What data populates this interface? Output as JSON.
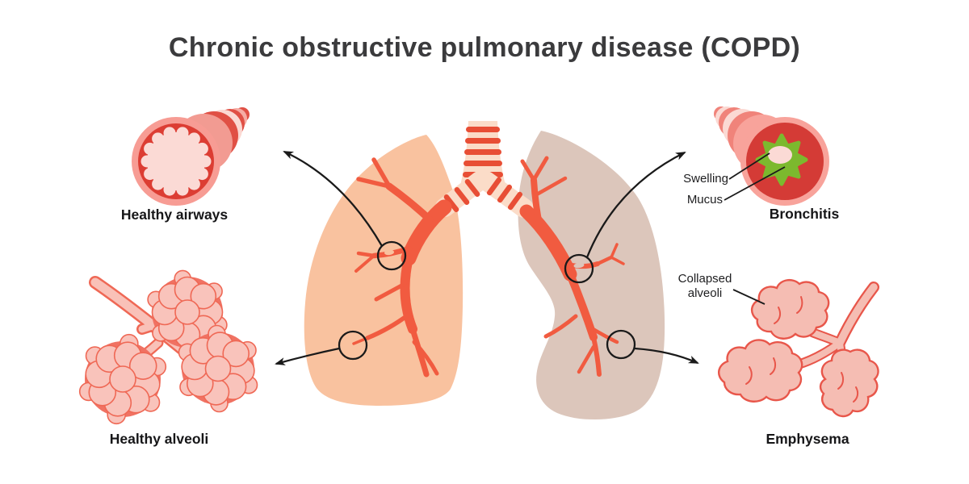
{
  "title": "Chronic obstructive pulmonary disease (COPD)",
  "labels": {
    "healthy_airways": "Healthy airways",
    "bronchitis": "Bronchitis",
    "healthy_alveoli": "Healthy alveoli",
    "emphysema": "Emphysema",
    "swelling": "Swelling",
    "mucus": "Mucus",
    "collapsed_alveoli": "Collapsed alveoli"
  },
  "colors": {
    "background": "#ffffff",
    "title_text": "#3b3b3d",
    "label_text": "#161618",
    "left_lung": "#f9c29f",
    "right_lung": "#dcc6bb",
    "bronchial_tree": "#f15b40",
    "trachea": "#fbdcc8",
    "trachea_stripe": "#e84e35",
    "airway_outer_ring": "#f79c94",
    "airway_wall_red": "#dc3d33",
    "airway_lumen_pink": "#fbdad5",
    "mucus_green": "#7cb92e",
    "alveoli_fill": "#f9c3bb",
    "alveoli_outline": "#ef6855",
    "alveoli_gap": "#f07263",
    "collapsed_fill": "#f5bdb3",
    "collapsed_outline": "#e8564a",
    "callout_line": "#1a1a1a"
  }
}
